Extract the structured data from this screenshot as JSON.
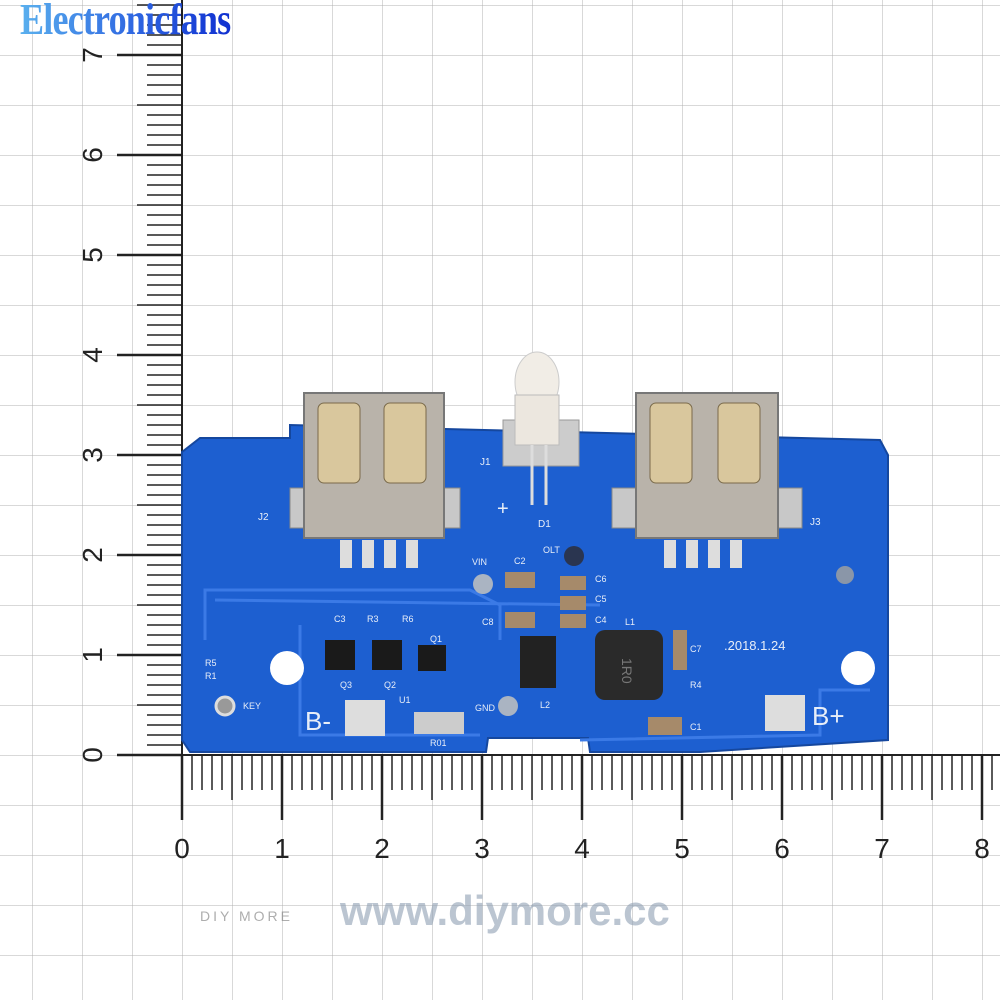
{
  "logo": "Electronicfans",
  "ruler": {
    "unit": "cm",
    "horizontal_labels": [
      "0",
      "1",
      "2",
      "3",
      "4",
      "5",
      "6",
      "7",
      "8"
    ],
    "vertical_labels": [
      "0",
      "1",
      "2",
      "3",
      "4",
      "5",
      "6",
      "7"
    ]
  },
  "pcb": {
    "color": "#1d5fd0",
    "silkscreen": {
      "j1": "J1",
      "j2": "J2",
      "j3": "J3",
      "d1": "D1",
      "plus": "+",
      "vin": "VIN",
      "olt": "OLT",
      "c2": "C2",
      "c6": "C6",
      "c5": "C5",
      "c4": "C4",
      "c8": "C8",
      "c3": "C3",
      "r3": "R3",
      "r6": "R6",
      "q1": "Q1",
      "q2": "Q2",
      "q3": "Q3",
      "r5": "R5",
      "r1": "R1",
      "key": "KEY",
      "b_minus": "B-",
      "u1": "U1",
      "r01": "R01",
      "gnd": "GND",
      "l2": "L2",
      "l1": "L1",
      "date": ".2018.1.24",
      "c7": "C7",
      "r4": "R4",
      "c1": "C1",
      "b_plus": "B+",
      "inductor": "1R0"
    }
  },
  "watermark": {
    "text": "www.diymore.cc",
    "tagline": "DIY MORE"
  }
}
